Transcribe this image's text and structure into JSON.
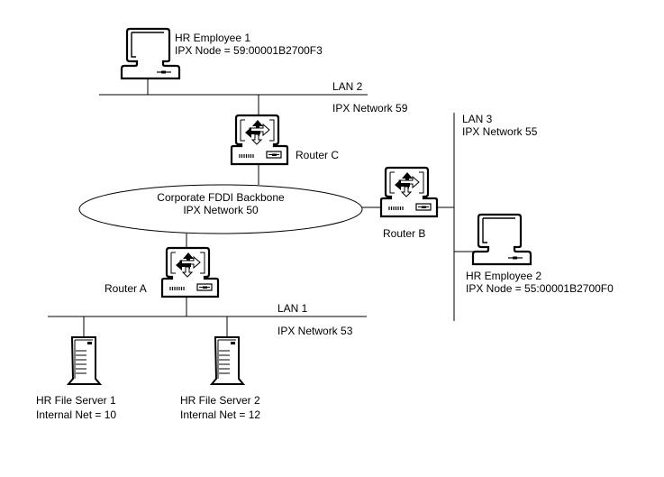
{
  "diagram": {
    "type": "network-topology",
    "line_color": "#000000",
    "background": "#ffffff",
    "nodes": {
      "hr_employee_1": {
        "kind": "workstation",
        "name": "HR Employee 1",
        "detail": "IPX Node = 59:00001B2700F3"
      },
      "hr_employee_2": {
        "kind": "workstation",
        "name": "HR Employee 2",
        "detail": "IPX Node = 55:00001B2700F0"
      },
      "router_a": {
        "kind": "router",
        "name": "Router A"
      },
      "router_b": {
        "kind": "router",
        "name": "Router B"
      },
      "router_c": {
        "kind": "router",
        "name": "Router C"
      },
      "hr_file_server_1": {
        "kind": "server",
        "name": "HR File Server 1",
        "detail": "Internal Net = 10"
      },
      "hr_file_server_2": {
        "kind": "server",
        "name": "HR File Server 2",
        "detail": "Internal Net = 12"
      }
    },
    "networks": {
      "lan1": {
        "name": "LAN 1",
        "ipx": "IPX Network 53"
      },
      "lan2": {
        "name": "LAN 2",
        "ipx": "IPX Network 59"
      },
      "lan3": {
        "name": "LAN 3",
        "ipx": "IPX Network 55"
      },
      "backbone": {
        "name": "Corporate FDDI Backbone",
        "ipx": "IPX Network 50"
      }
    },
    "links": [
      [
        "hr_employee_1",
        "lan2"
      ],
      [
        "router_c",
        "lan2"
      ],
      [
        "router_c",
        "backbone"
      ],
      [
        "router_b",
        "backbone"
      ],
      [
        "router_b",
        "lan3"
      ],
      [
        "hr_employee_2",
        "lan3"
      ],
      [
        "router_a",
        "backbone"
      ],
      [
        "router_a",
        "lan1"
      ],
      [
        "hr_file_server_1",
        "lan1"
      ],
      [
        "hr_file_server_2",
        "lan1"
      ]
    ]
  }
}
